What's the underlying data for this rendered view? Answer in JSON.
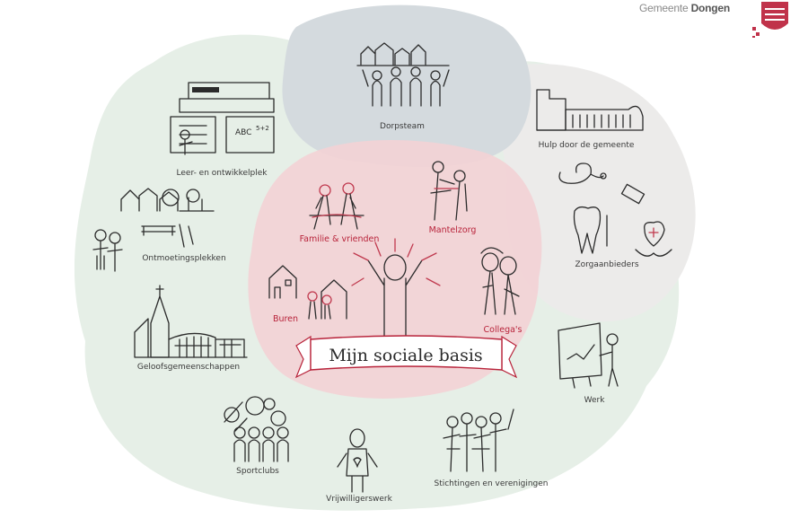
{
  "brand": {
    "prefix": "Gemeente",
    "name": "Dongen"
  },
  "center_title": "Mijn sociale basis",
  "inner_circle": [
    "Familie & vrienden",
    "Mantelzorg",
    "Buren",
    "Collega's"
  ],
  "middle_ring": [
    "Dorpsteam",
    "Hulp door de gemeente",
    "Zorgaanbieders",
    "Werk"
  ],
  "outer_ring": [
    "Leer- en ontwikkelplek",
    "Ontmoetingsplekken",
    "Geloofsgemeenschappen",
    "Sportclubs",
    "Vrijwilligerswerk",
    "Stichtingen en verenigingen"
  ],
  "colors": {
    "inner": "#f2d3d6",
    "middle_grey": "#d5dbdf",
    "outer_grey": "#ecebea",
    "outer_green": "#e5efe6",
    "accent": "#b8233a"
  }
}
